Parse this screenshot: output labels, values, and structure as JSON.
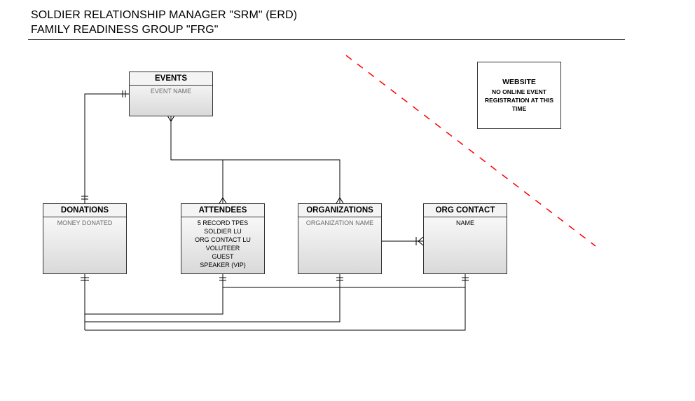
{
  "title": {
    "line1": "SOLDIER RELATIONSHIP MANAGER \"SRM\" (ERD)",
    "line2": "FAMILY READINESS GROUP \"FRG\""
  },
  "entities": {
    "events": {
      "name": "EVENTS",
      "attributes": [
        "EVENT NAME"
      ]
    },
    "donations": {
      "name": "DONATIONS",
      "attributes": [
        "MONEY DONATED"
      ]
    },
    "attendees": {
      "name": "ATTENDEES",
      "attributes": [
        "5 RECORD TPES",
        "SOLDIER LU",
        "ORG CONTACT LU",
        "VOLUTEER",
        "GUEST",
        "SPEAKER (VIP)"
      ]
    },
    "organizations": {
      "name": "ORGANIZATIONS",
      "attributes": [
        "ORGANIZATION NAME"
      ]
    },
    "org_contact": {
      "name": "ORG CONTACT",
      "attributes": [
        "NAME"
      ]
    }
  },
  "website_note": {
    "title": "WEBSITE",
    "body": "NO ONLINE EVENT REGISTRATION AT THIS TIME"
  },
  "colors": {
    "dashed_line": "#ff0000",
    "lines": "#000000"
  }
}
